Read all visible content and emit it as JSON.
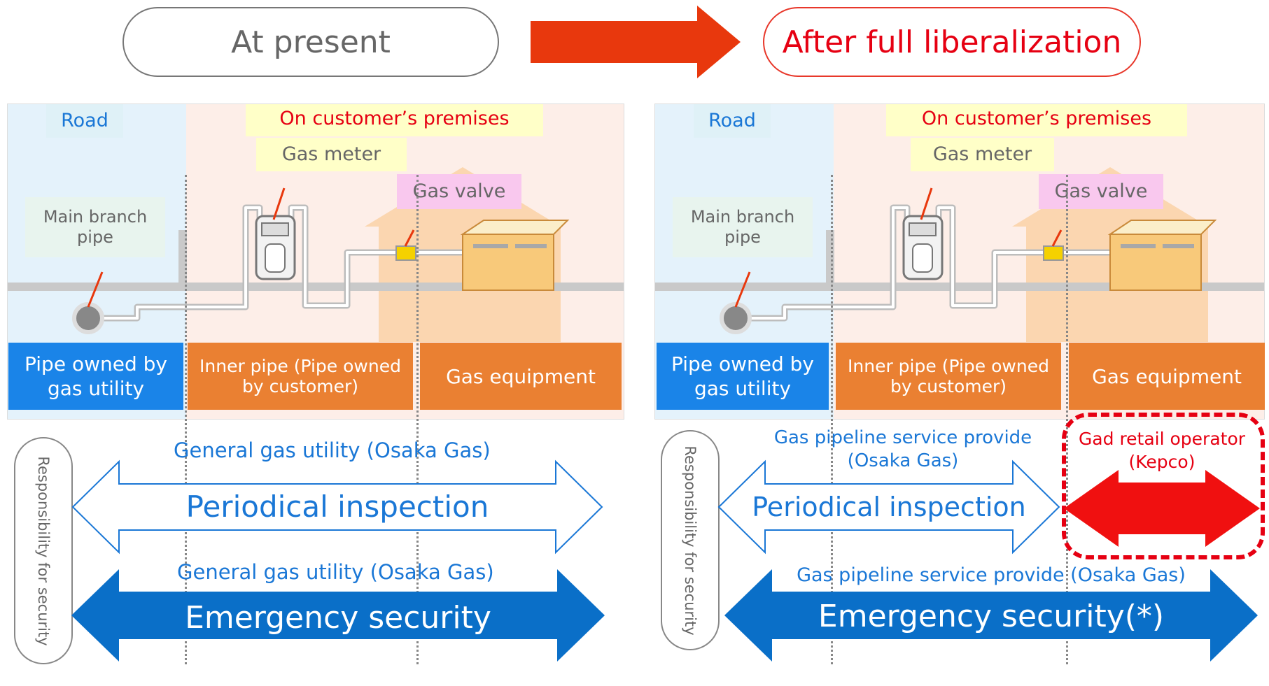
{
  "header": {
    "left_label": "At present",
    "right_label": "After full liberalization"
  },
  "left": {
    "road": "Road",
    "premises": "On customer’s premises",
    "meter": "Gas meter",
    "valve": "Gas valve",
    "branch": "Main branch pipe",
    "band_utility": "Pipe owned by gas utility",
    "band_inner": "Inner pipe (Pipe owned by customer)",
    "band_equipment": "Gas equipment",
    "responsibility": "Responsibility for security",
    "periodical_caption": "General gas utility (Osaka Gas)",
    "periodical": "Periodical inspection",
    "emergency_caption": "General gas utility (Osaka Gas)",
    "emergency": "Emergency security"
  },
  "right": {
    "road": "Road",
    "premises": "On customer’s premises",
    "meter": "Gas meter",
    "valve": "Gas valve",
    "branch": "Main branch pipe",
    "band_utility": "Pipe owned by gas utility",
    "band_inner": "Inner pipe (Pipe owned by customer)",
    "band_equipment": "Gas equipment",
    "responsibility": "Responsibility for security",
    "periodical_caption": "Gas pipeline service provide (Osaka Gas)",
    "periodical": "Periodical inspection",
    "retail_caption": "Gad retail operator (Kepco)",
    "emergency_caption": "Gas pipeline service provide (Osaka Gas)",
    "emergency": "Emergency security(*)"
  },
  "colors": {
    "road_bg": "#e4f2fb",
    "premises_bg": "#fdeee8",
    "blue_band": "#1a84e8",
    "orange_band": "#ea8032",
    "arrow_blue": "#0a6fc8",
    "arrow_outline": "#1a77d6",
    "red": "#e60012",
    "header_arrow": "#e8380d"
  }
}
